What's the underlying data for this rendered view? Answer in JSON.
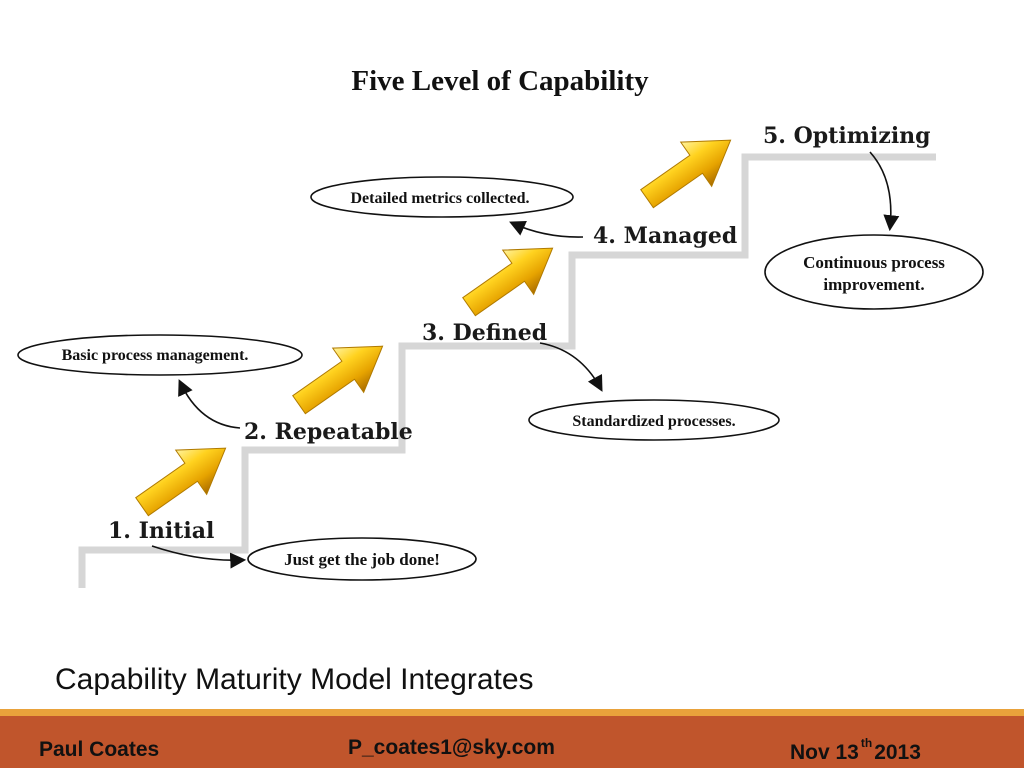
{
  "diagram": {
    "title": "Five Level of Capability",
    "levels": [
      {
        "label": "1. Initial",
        "note": "Just get the job done!"
      },
      {
        "label": "2. Repeatable",
        "note": "Basic process management."
      },
      {
        "label": "3. Defined",
        "note": "Standardized processes."
      },
      {
        "label": "4. Managed",
        "note": "Detailed metrics collected."
      },
      {
        "label": "5. Optimizing",
        "note_line1": "Continuous process",
        "note_line2": "improvement."
      }
    ],
    "colors": {
      "stair": "#d6d6d6",
      "arrow_light": "#ffe46a",
      "arrow_mid": "#f2b705",
      "arrow_dark": "#a56a00"
    }
  },
  "caption": "Capability Maturity Model Integrates",
  "footer": {
    "author": "Paul Coates",
    "email": "P_coates1@sky.com",
    "date_prefix": "Nov 13",
    "date_sup": "th",
    "date_year": "2013",
    "colors": {
      "bar": "#c0552c",
      "stripe": "#e9a23b"
    }
  }
}
